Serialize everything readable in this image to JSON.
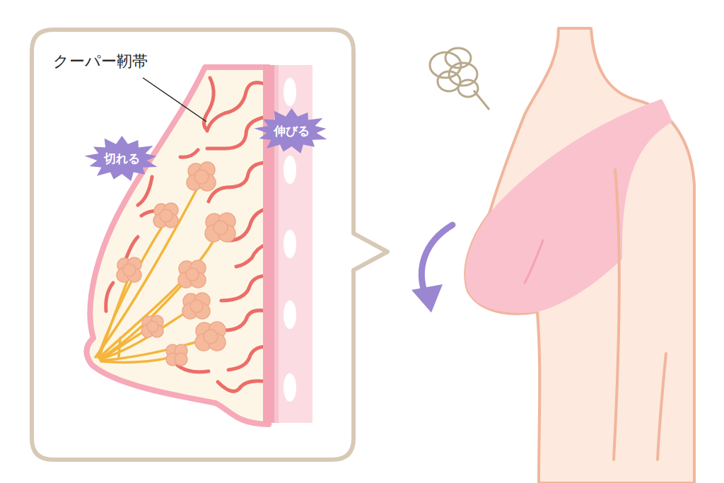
{
  "diagram": {
    "nodes": [
      {
        "text": [
          "切れる"
        ]
      },
      {
        "text": [
          "伸びる"
        ]
      }
    ],
    "labels": [
      "クーパー靭帯"
    ]
  }
}
